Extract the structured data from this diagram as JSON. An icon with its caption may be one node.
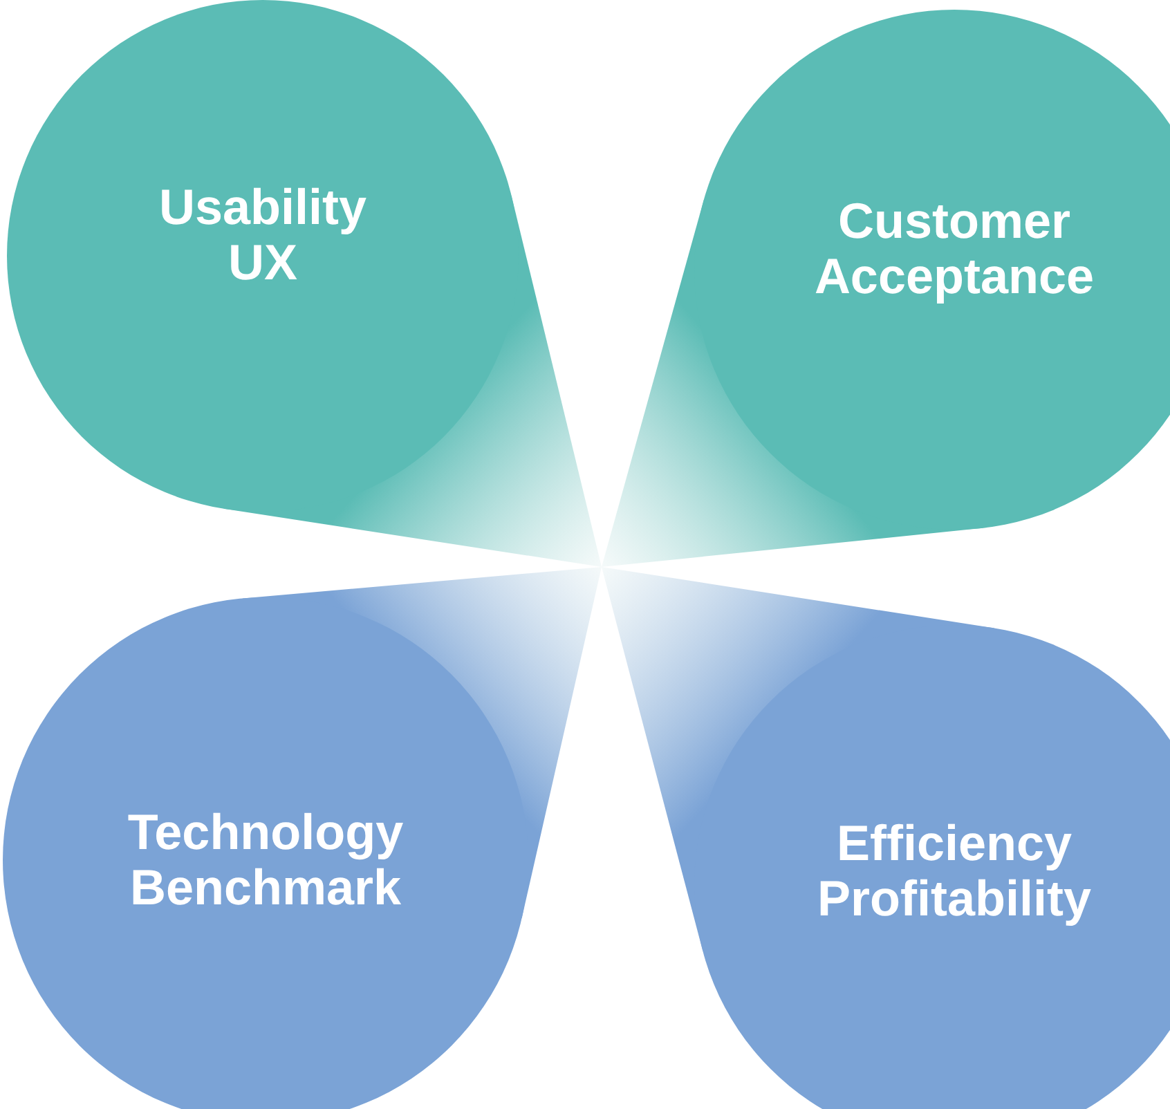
{
  "diagram": {
    "nodes": [
      {
        "text": [
          "Usability UX"
        ]
      },
      {
        "text": [
          "Customer Acceptance"
        ]
      },
      {
        "text": [
          "Technology Benchmark"
        ]
      },
      {
        "text": [
          "Efficiency Profitability"
        ]
      }
    ]
  }
}
